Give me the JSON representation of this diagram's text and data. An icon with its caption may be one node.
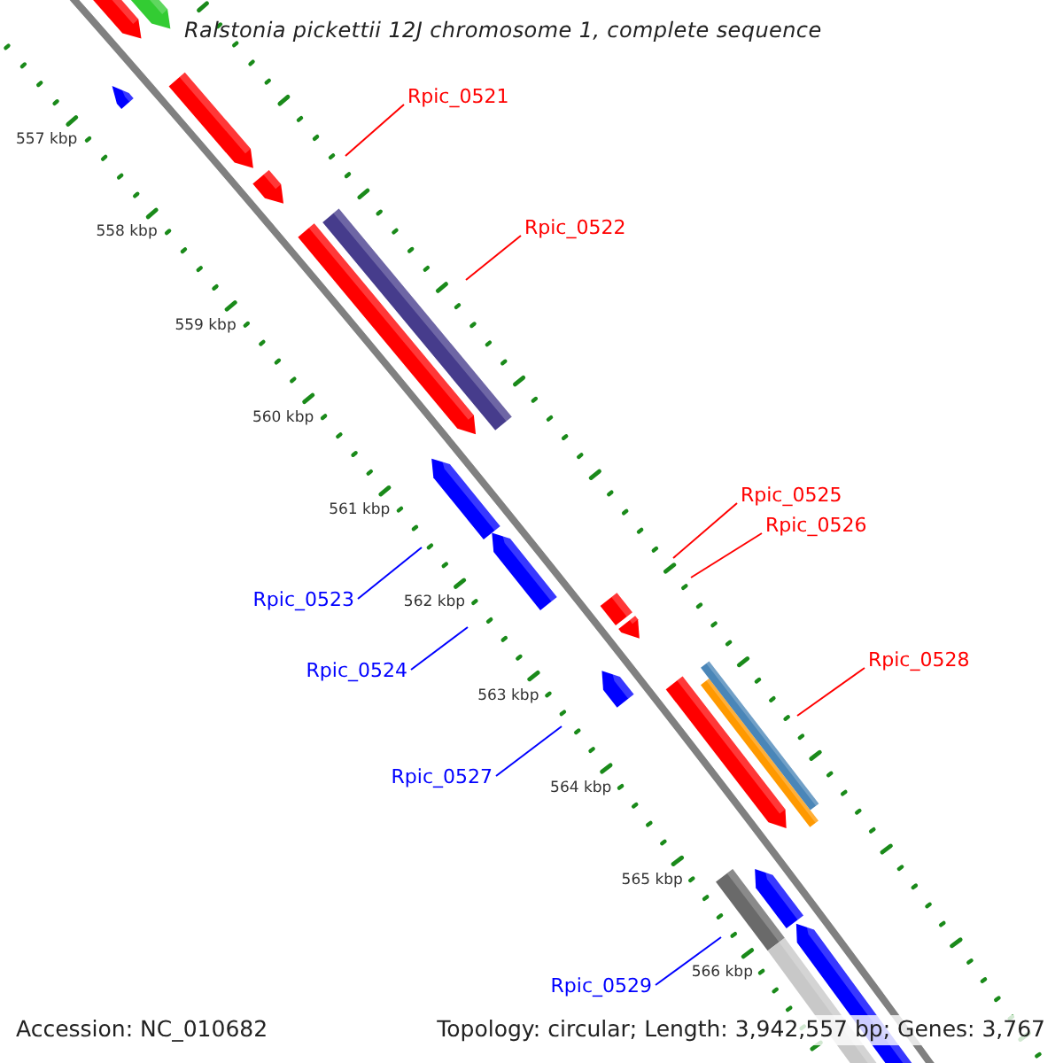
{
  "diagram": {
    "title": "Ralstonia pickettii 12J chromosome 1, complete sequence",
    "nodes": [
      {
        "text": [
          "Rpic_0521"
        ]
      },
      {
        "text": [
          "Rpic_0522"
        ]
      },
      {
        "text": [
          "Rpic_0525"
        ]
      },
      {
        "text": [
          "Rpic_0526"
        ]
      },
      {
        "text": [
          "Rpic_0523"
        ]
      },
      {
        "text": [
          "Rpic_0528"
        ]
      },
      {
        "text": [
          "Rpic_0524"
        ]
      },
      {
        "text": [
          "Rpic_0527"
        ]
      },
      {
        "text": [
          "Rpic_0529"
        ]
      }
    ],
    "edges": [
      {
        "from": 0,
        "to": null,
        "arrow": "none"
      },
      {
        "from": 1,
        "to": null,
        "arrow": "none"
      },
      {
        "from": 2,
        "to": null,
        "arrow": "none"
      },
      {
        "from": 3,
        "to": null,
        "arrow": "none"
      },
      {
        "from": 4,
        "to": null,
        "arrow": "none",
        "color": "#0000ff"
      },
      {
        "from": 5,
        "to": null,
        "arrow": "none"
      },
      {
        "from": 6,
        "to": null,
        "arrow": "none",
        "color": "#0000ff"
      },
      {
        "from": 7,
        "to": null,
        "arrow": "none",
        "color": "#0000ff"
      },
      {
        "from": 8,
        "to": null,
        "arrow": "none",
        "color": "#0000ff"
      }
    ],
    "labels": [
      "557 kbp",
      "558 kbp",
      "559 kbp",
      "560 kbp",
      "561 kbp",
      "562 kbp",
      "563 kbp",
      "564 kbp",
      "565 kbp",
      "566 kbp",
      "Accession: NC_010682",
      "Topology: circular; Length: 3,942,557 bp; Genes: 3,767"
    ]
  }
}
